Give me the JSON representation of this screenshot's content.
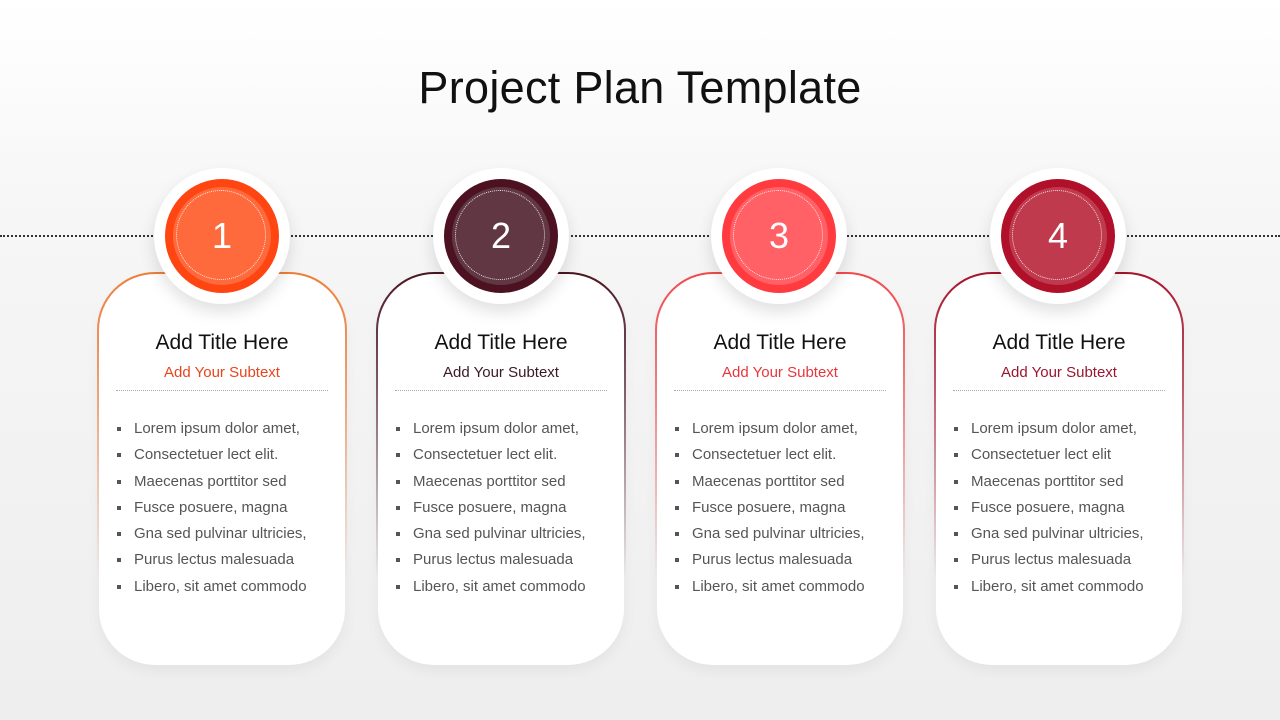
{
  "slide": {
    "title": "Project Plan Template"
  },
  "cards": [
    {
      "number": "1",
      "title": "Add Title Here",
      "subtitle": "Add Your Subtext",
      "colors": {
        "border": "#ef7f3a",
        "badge_outer": "#ff4511",
        "badge_inner": "#ff6a3d",
        "subtitle": "#e8451f"
      },
      "bullets": [
        "Lorem ipsum dolor amet,",
        "Consectetuer lect elit.",
        "Maecenas porttitor sed",
        "Fusce posuere, magna",
        "Gna sed pulvinar ultricies,",
        "Purus lectus malesuada",
        "Libero, sit amet commodo"
      ]
    },
    {
      "number": "2",
      "title": "Add Title Here",
      "subtitle": "Add Your Subtext",
      "colors": {
        "border": "#4a1622",
        "badge_outer": "#4c1221",
        "badge_inner": "#613743",
        "subtitle": "#3a1a22"
      },
      "bullets": [
        "Lorem ipsum dolor amet,",
        "Consectetuer lect elit.",
        "Maecenas porttitor sed",
        "Fusce posuere, magna",
        "Gna sed pulvinar ultricies,",
        "Purus lectus malesuada",
        "Libero, sit amet commodo"
      ]
    },
    {
      "number": "3",
      "title": "Add Title Here",
      "subtitle": "Add Your Subtext",
      "colors": {
        "border": "#f24b4e",
        "badge_outer": "#ff3b3f",
        "badge_inner": "#ff6166",
        "subtitle": "#e8363c"
      },
      "bullets": [
        "Lorem ipsum dolor amet,",
        "Consectetuer lect elit.",
        "Maecenas porttitor sed",
        "Fusce posuere, magna",
        "Gna sed pulvinar ultricies,",
        "Purus lectus malesuada",
        "Libero, sit amet commodo"
      ]
    },
    {
      "number": "4",
      "title": "Add Title Here",
      "subtitle": "Add Your Subtext",
      "colors": {
        "border": "#a8132c",
        "badge_outer": "#b0102a",
        "badge_inner": "#c03a4d",
        "subtitle": "#9c1630"
      },
      "bullets": [
        "Lorem ipsum dolor amet,",
        "Consectetuer lect elit",
        "Maecenas porttitor sed",
        "Fusce posuere, magna",
        "Gna sed pulvinar ultricies,",
        "Purus lectus malesuada",
        "Libero, sit amet commodo"
      ]
    }
  ]
}
